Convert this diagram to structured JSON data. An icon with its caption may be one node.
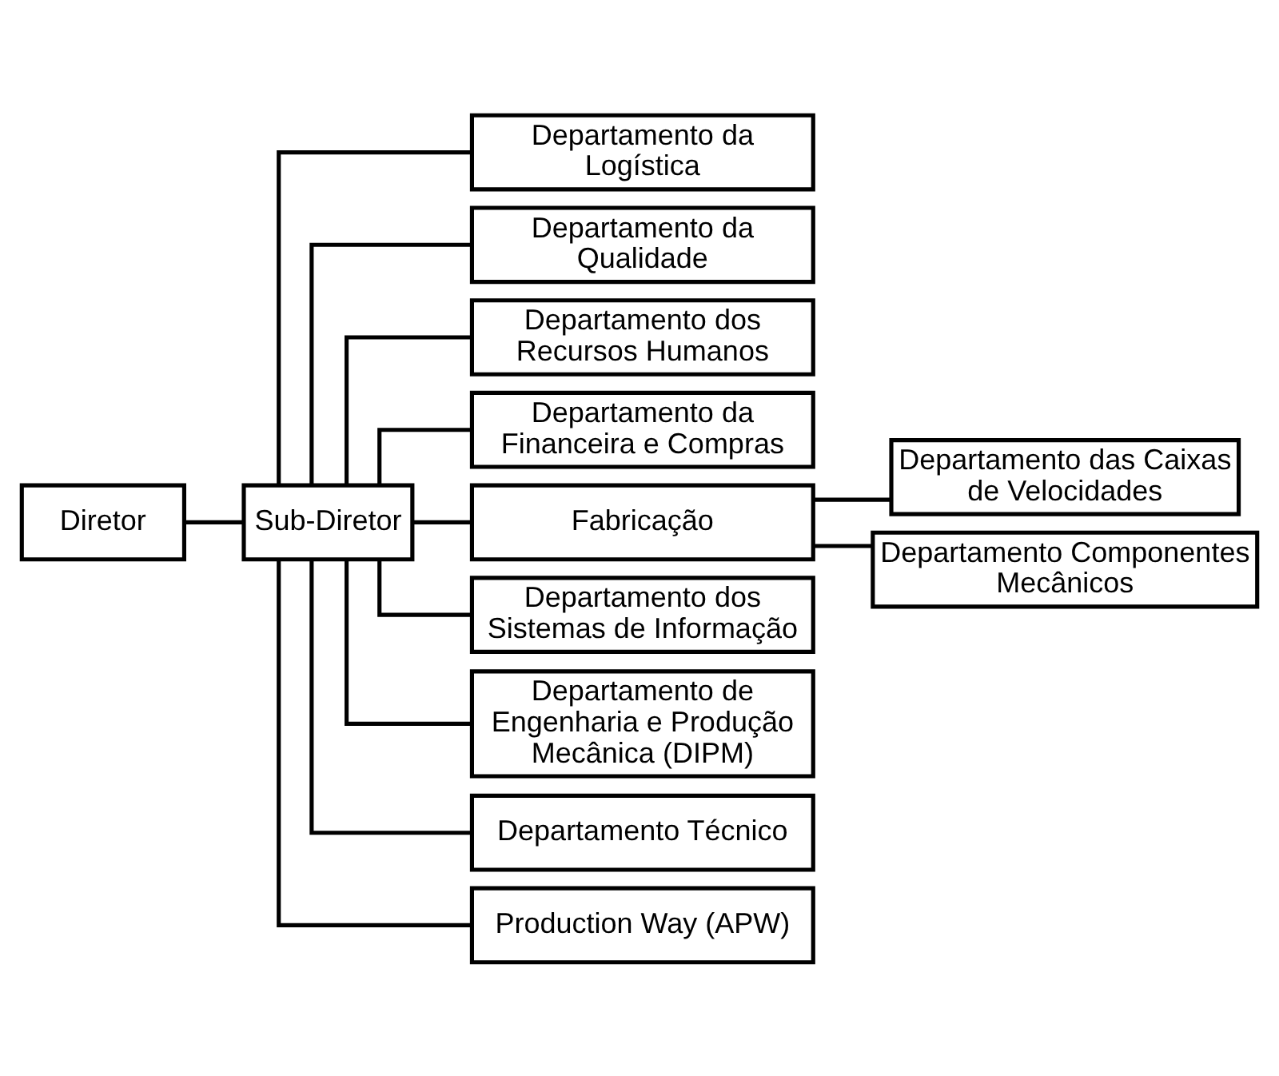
{
  "diagram": {
    "nodes": [
      {
        "text": [
          "Diretor"
        ]
      },
      {
        "text": [
          "Sub-Diretor"
        ]
      },
      {
        "text": [
          "Departamento da Logística"
        ]
      },
      {
        "text": [
          "Departamento da Qualidade"
        ]
      },
      {
        "text": [
          "Departamento dos Recursos Humanos"
        ]
      },
      {
        "text": [
          "Departamento da Financeira e Compras"
        ]
      },
      {
        "text": [
          "Fabricação"
        ]
      },
      {
        "text": [
          "Departamento dos Sistemas de Informação"
        ]
      },
      {
        "text": [
          "Departamento de Engenharia e Produção Mecânica (DIPM)"
        ]
      },
      {
        "text": [
          "Departamento Técnico"
        ]
      },
      {
        "text": [
          "Production Way (APW)"
        ]
      },
      {
        "text": [
          "Departamento das Caixas de Velocidades"
        ]
      },
      {
        "text": [
          "Departamento Componentes Mecânicos"
        ]
      }
    ],
    "edges": [
      {
        "from": 0,
        "to": 1,
        "arrow": "none"
      },
      {
        "from": 1,
        "to": 2,
        "arrow": "none"
      },
      {
        "from": 1,
        "to": 3,
        "arrow": "none"
      },
      {
        "from": 1,
        "to": 4,
        "arrow": "none"
      },
      {
        "from": 1,
        "to": 5,
        "arrow": "none"
      },
      {
        "from": 1,
        "to": 6,
        "arrow": "none"
      },
      {
        "from": 1,
        "to": 7,
        "arrow": "none"
      },
      {
        "from": 1,
        "to": 8,
        "arrow": "none"
      },
      {
        "from": 1,
        "to": 9,
        "arrow": "none"
      },
      {
        "from": 1,
        "to": 10,
        "arrow": "none"
      },
      {
        "from": 6,
        "to": 11,
        "arrow": "none"
      },
      {
        "from": 6,
        "to": 12,
        "arrow": "none"
      }
    ]
  }
}
